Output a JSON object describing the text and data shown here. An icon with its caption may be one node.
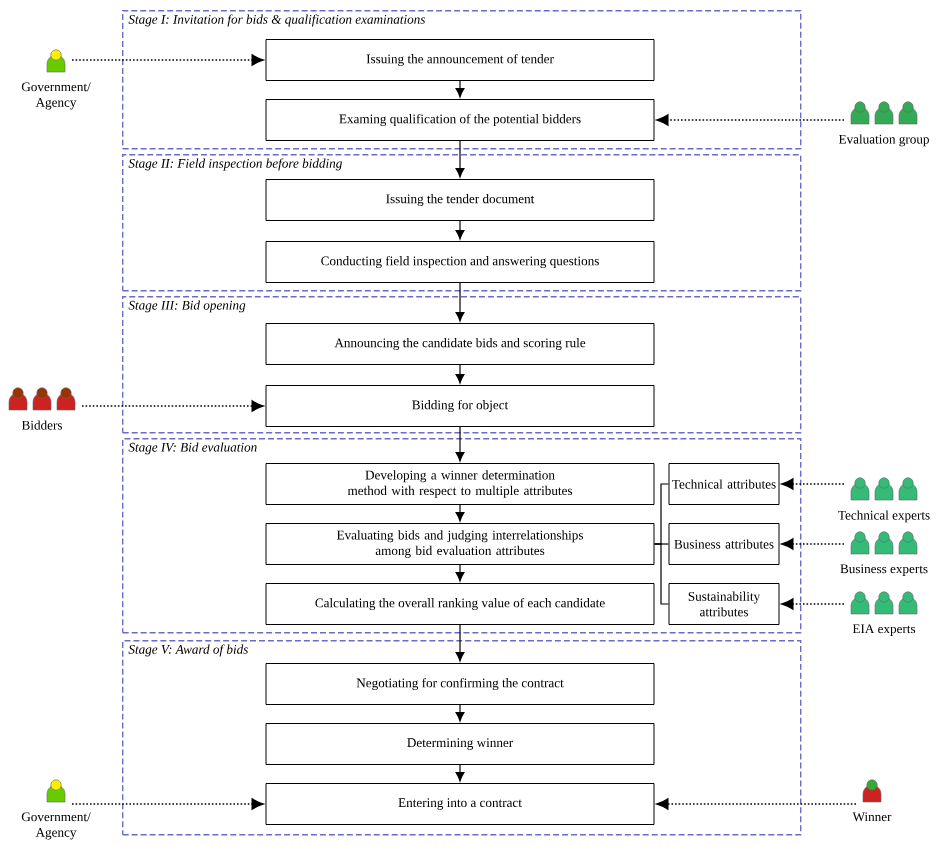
{
  "diagram": {
    "nodes": [
      {
        "text": [
          "Government/ Agency"
        ]
      },
      {
        "text": [
          "Stage I: Invitation for bids & qualification examinations"
        ]
      },
      {
        "text": [
          "Issuing the announcement of tender"
        ],
        "in": 1
      },
      {
        "text": [
          "Examing qualification of the potential bidders"
        ],
        "in": 1
      },
      {
        "text": [
          "Evaluation group"
        ]
      },
      {
        "text": [
          "Stage II: Field inspection before bidding"
        ]
      },
      {
        "text": [
          "Issuing the tender document"
        ],
        "in": 5
      },
      {
        "text": [
          "Conducting field inspection and answering questions"
        ],
        "in": 5
      },
      {
        "text": [
          "Stage III: Bid opening"
        ]
      },
      {
        "text": [
          "Announcing the candidate bids and scoring rule"
        ],
        "in": 8
      },
      {
        "text": [
          "Bidders"
        ]
      },
      {
        "text": [
          "Bidding for object"
        ],
        "in": 8
      },
      {
        "text": [
          "Stage IV: Bid evaluation"
        ]
      },
      {
        "text": [
          "Developing a winner determination method with respect to multiple attributes"
        ],
        "in": 12
      },
      {
        "text": [
          "Technical attributes"
        ],
        "in": 12
      },
      {
        "text": [
          "Technical experts"
        ]
      },
      {
        "text": [
          "Evaluating bids and judging interrelationships among bid evaluation attributes"
        ],
        "in": 12
      },
      {
        "text": [
          "Business attributes"
        ],
        "in": 12
      },
      {
        "text": [
          "Business experts"
        ]
      },
      {
        "text": [
          "Calculating the overall ranking value of each candidate"
        ],
        "in": 12
      },
      {
        "text": [
          "Sustainability attributes"
        ],
        "in": 12
      },
      {
        "text": [
          "EIA experts"
        ]
      },
      {
        "text": [
          "Stage V: Award of bids"
        ]
      },
      {
        "text": [
          "Negotiating for confirming the contract"
        ],
        "in": 22
      },
      {
        "text": [
          "Determining winner"
        ],
        "in": 22
      },
      {
        "text": [
          "Government/ Agency"
        ]
      },
      {
        "text": [
          "Entering into a contract"
        ],
        "in": 22
      },
      {
        "text": [
          "Winner"
        ]
      }
    ],
    "edges": [
      {
        "from": 2,
        "to": 3,
        "arrow": "to"
      },
      {
        "from": 3,
        "to": 6,
        "arrow": "to"
      },
      {
        "from": 6,
        "to": 7,
        "arrow": "to"
      },
      {
        "from": 7,
        "to": 9,
        "arrow": "to"
      },
      {
        "from": 9,
        "to": 11,
        "arrow": "to"
      },
      {
        "from": 11,
        "to": 13,
        "arrow": "to"
      },
      {
        "from": 13,
        "to": 16,
        "arrow": "to"
      },
      {
        "from": 16,
        "to": 19,
        "arrow": "to"
      },
      {
        "from": 19,
        "to": 23,
        "arrow": "to"
      },
      {
        "from": 23,
        "to": 24,
        "arrow": "to"
      },
      {
        "from": 24,
        "to": 26,
        "arrow": "to"
      },
      {
        "from": 16,
        "to": 14,
        "arrow": "none"
      },
      {
        "from": 16,
        "to": 17,
        "arrow": "none"
      },
      {
        "from": 16,
        "to": 20,
        "arrow": "none"
      },
      {
        "from": 0,
        "to": 2,
        "arrow": "to",
        "style": "dashed"
      },
      {
        "from": 4,
        "to": 3,
        "arrow": "to",
        "style": "dashed"
      },
      {
        "from": 10,
        "to": 11,
        "arrow": "to",
        "style": "dashed"
      },
      {
        "from": 15,
        "to": 14,
        "arrow": "to",
        "style": "dashed"
      },
      {
        "from": 18,
        "to": 17,
        "arrow": "to",
        "style": "dashed"
      },
      {
        "from": 21,
        "to": 20,
        "arrow": "to",
        "style": "dashed"
      },
      {
        "from": 25,
        "to": 26,
        "arrow": "to",
        "style": "dashed"
      },
      {
        "from": 27,
        "to": 26,
        "arrow": "to",
        "style": "dashed"
      }
    ]
  }
}
